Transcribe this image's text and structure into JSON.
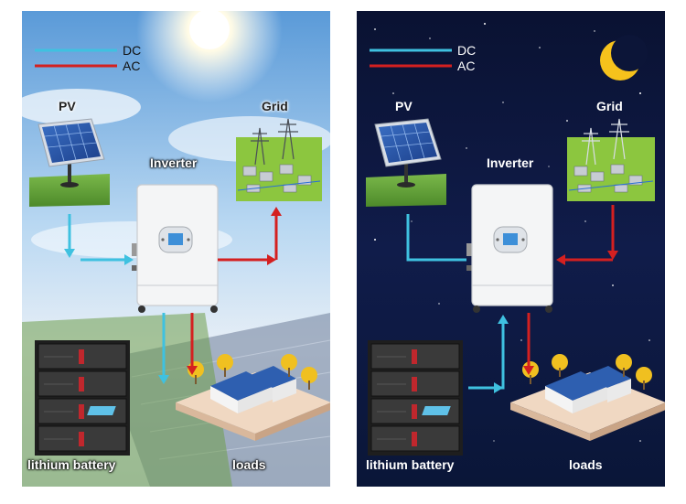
{
  "legend": {
    "dc": "DC",
    "ac": "AC"
  },
  "labels": {
    "pv": "PV",
    "grid": "Grid",
    "inverter": "Inverter",
    "battery": "lithium battery",
    "loads": "loads"
  },
  "colors": {
    "dc": "#3fc1e0",
    "ac": "#d42020",
    "day_sky": "#9cc6ea",
    "night_sky": "#0b1538"
  },
  "icons": [
    "sun-icon",
    "moon-icon",
    "solar-panel-icon",
    "grid-tower-icon",
    "inverter-icon",
    "battery-rack-icon",
    "house-icon"
  ]
}
